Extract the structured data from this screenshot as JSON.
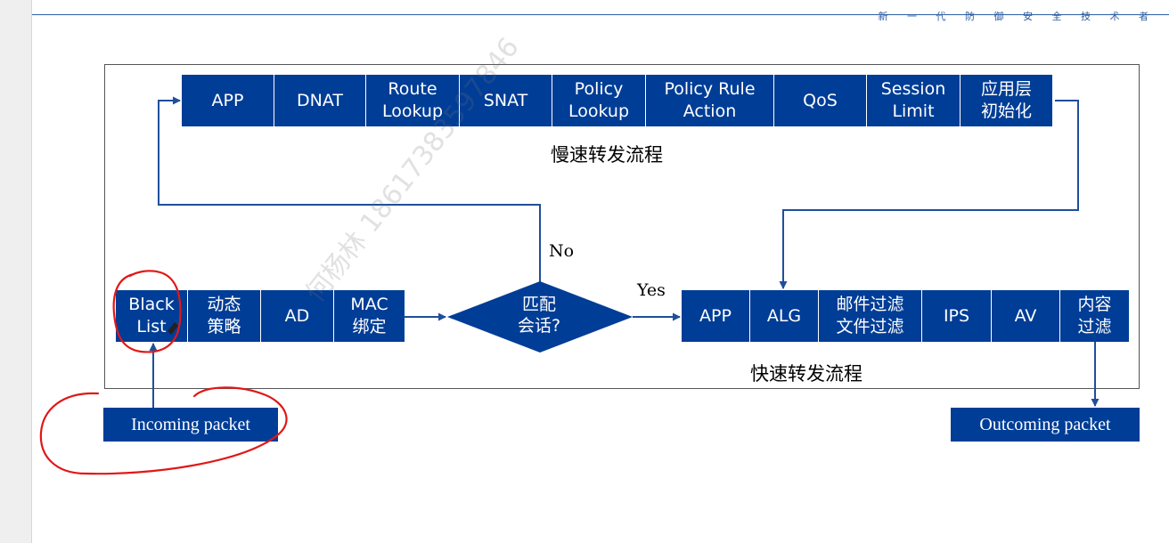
{
  "header": {
    "tagline": "新 一 代 防 御 安 全 技 术 者"
  },
  "slow_path": {
    "steps": [
      "APP",
      "DNAT",
      "Route\nLookup",
      "SNAT",
      "Policy\nLookup",
      "Policy Rule\nAction",
      "QoS",
      "Session\nLimit",
      "应用层\n初始化"
    ],
    "caption": "慢速转发流程"
  },
  "pre_steps": [
    "Black\nList",
    "动态\n策略",
    "AD",
    "MAC\n绑定"
  ],
  "decision": {
    "text": "匹配\n会话?",
    "no_label": "No",
    "yes_label": "Yes"
  },
  "fast_path": {
    "steps": [
      "APP",
      "ALG",
      "邮件过滤\n文件过滤",
      "IPS",
      "AV",
      "内容\n过滤"
    ],
    "caption": "快速转发流程"
  },
  "incoming": "Incoming packet",
  "outgoing": "Outcoming packet",
  "watermark": "何杨林 18617383597846",
  "colors": {
    "box_fill": "#003d96",
    "arrow": "#1f4f9a",
    "annotation": "#e01818",
    "frame": "#555555"
  }
}
